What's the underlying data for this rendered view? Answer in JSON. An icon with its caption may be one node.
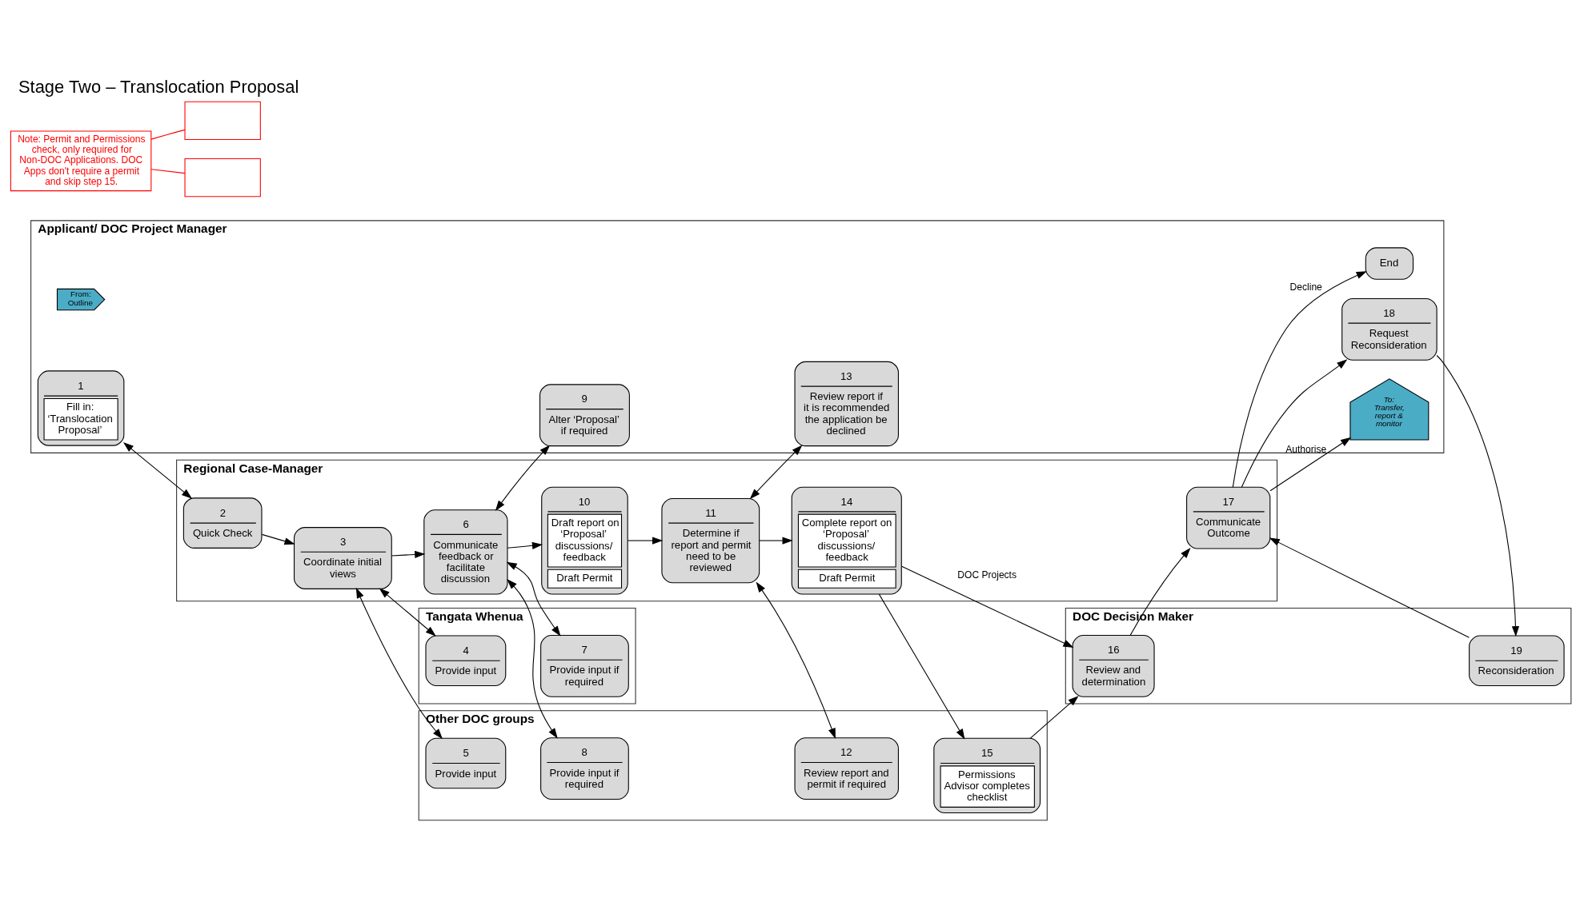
{
  "diagram": {
    "title": "Stage Two – Translocation Proposal",
    "nodes": [
      {
        "text": [
          "Applicant/ DOC Project Manager"
        ]
      },
      {
        "text": [
          "Regional Case-Manager"
        ]
      },
      {
        "text": [
          "Other DOC groups"
        ]
      },
      {
        "text": [
          "Tangata Whenua"
        ]
      },
      {
        "text": [
          "DOC Decision Maker"
        ]
      },
      {
        "text": [
          "From: Outline"
        ],
        "in": 0
      },
      {
        "text": [
          "1",
          "Fill in: ‘Translocation Proposal’"
        ],
        "in": 0
      },
      {
        "text": [
          "9",
          "Alter ‘Proposal’ if required"
        ],
        "in": 0
      },
      {
        "text": [
          "13",
          "Review report if it is recommended the application be declined"
        ],
        "in": 0
      },
      {
        "text": [
          "To: Transfer, report & monitor"
        ],
        "in": 0
      },
      {
        "text": [
          "End"
        ],
        "in": 0
      },
      {
        "text": [
          "18",
          "Request Reconsideration"
        ],
        "in": 0
      },
      {
        "text": [
          "2",
          "Quick Check"
        ],
        "in": 1
      },
      {
        "text": [
          "3",
          "Coordinate initial views"
        ],
        "in": 1
      },
      {
        "text": [
          "6",
          "Communicate feedback or facilitate discussion"
        ],
        "in": 1
      },
      {
        "text": [
          "10",
          "Draft report on ‘Proposal’ discussions/ feedback",
          "Draft Permit"
        ],
        "in": 1
      },
      {
        "text": [
          "11",
          "Determine if report and permit need to be reviewed"
        ],
        "in": 1
      },
      {
        "text": [
          "14",
          "Complete report on ‘Proposal’ discussions/ feedback",
          "Draft Permit"
        ],
        "in": 1
      },
      {
        "text": [
          "17",
          "Communicate Outcome"
        ],
        "in": 1
      },
      {
        "text": [
          "5",
          "Provide input"
        ],
        "in": 2
      },
      {
        "text": [
          "8",
          "Provide input if required"
        ],
        "in": 2
      },
      {
        "text": [
          "12",
          "Review report and permit if required"
        ],
        "in": 2
      },
      {
        "text": [
          "15",
          "Permissions Advisor completes checklist"
        ],
        "in": 2
      },
      {
        "text": [
          "4",
          "Provide input"
        ],
        "in": 3
      },
      {
        "text": [
          "7",
          "Provide input if required"
        ],
        "in": 3
      },
      {
        "text": [
          "16",
          "Review and determination"
        ],
        "in": 4
      },
      {
        "text": [
          "19",
          "Reconsideration"
        ],
        "in": 4
      },
      {
        "text": [
          "Note: Permit and Permissions check, only required for Non-DOC Applications. DOC Apps don't require a permit and skip step 15."
        ]
      },
      {
        "text": [],
        "shape": "box"
      },
      {
        "text": [],
        "shape": "box"
      }
    ],
    "edges": [
      {
        "from": 6,
        "to": 12,
        "arrow": "both"
      },
      {
        "from": 12,
        "to": 13,
        "arrow": "to"
      },
      {
        "from": 13,
        "to": 14,
        "arrow": "to"
      },
      {
        "from": 14,
        "to": 7,
        "arrow": "both"
      },
      {
        "from": 13,
        "to": 23,
        "arrow": "both"
      },
      {
        "from": 13,
        "to": 19,
        "arrow": "both"
      },
      {
        "from": 14,
        "to": 24,
        "arrow": "both"
      },
      {
        "from": 14,
        "to": 20,
        "arrow": "both"
      },
      {
        "from": 14,
        "to": 15,
        "arrow": "to"
      },
      {
        "from": 15,
        "to": 16,
        "arrow": "to"
      },
      {
        "from": 16,
        "to": 8,
        "arrow": "both"
      },
      {
        "from": 16,
        "to": 21,
        "arrow": "both"
      },
      {
        "from": 16,
        "to": 17,
        "arrow": "to"
      },
      {
        "from": 17,
        "to": 22,
        "arrow": "to"
      },
      {
        "from": 17,
        "to": 25,
        "arrow": "to",
        "label": "DOC Projects"
      },
      {
        "from": 22,
        "to": 25,
        "arrow": "to"
      },
      {
        "from": 25,
        "to": 18,
        "arrow": "to"
      },
      {
        "from": 26,
        "to": 18,
        "arrow": "to"
      },
      {
        "from": 18,
        "to": 9,
        "arrow": "to",
        "label": "Authorise"
      },
      {
        "from": 18,
        "to": 10,
        "arrow": "to",
        "label": "Decline"
      },
      {
        "from": 18,
        "to": 11,
        "arrow": "to"
      },
      {
        "from": 11,
        "to": 26,
        "arrow": "to"
      },
      {
        "from": 27,
        "to": 28,
        "arrow": "none",
        "color": "#ff0000"
      },
      {
        "from": 27,
        "to": 29,
        "arrow": "none",
        "color": "#ff0000"
      }
    ]
  }
}
